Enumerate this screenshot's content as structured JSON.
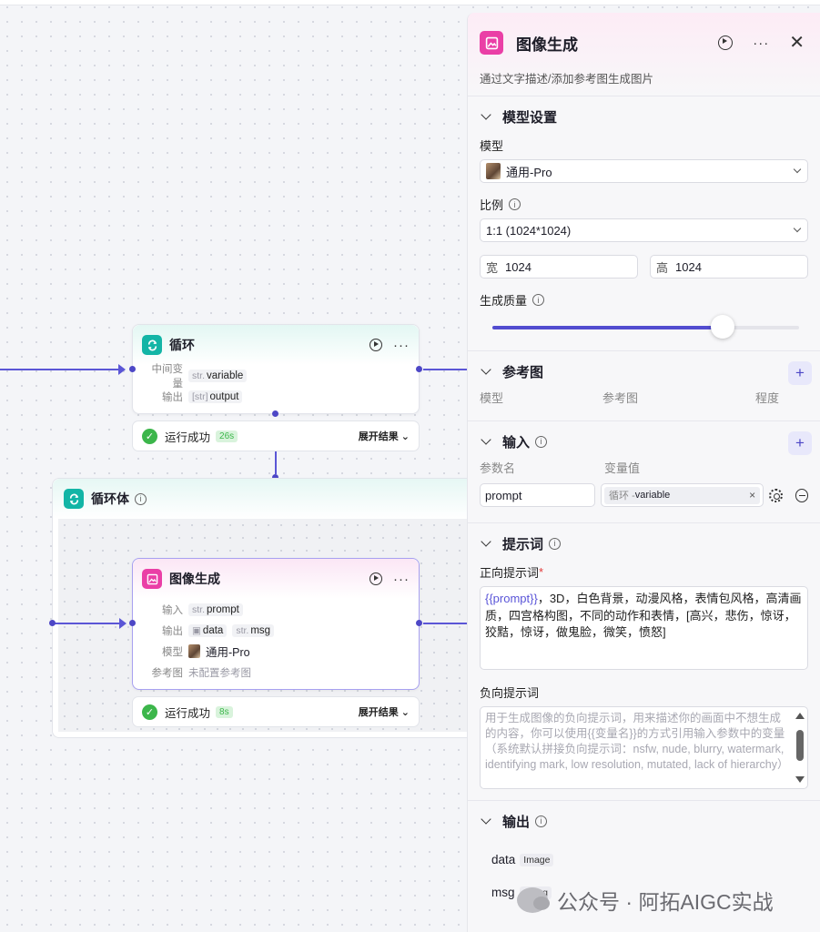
{
  "canvas": {
    "loop_node": {
      "title": "循环",
      "rows": [
        {
          "label": "中间变量",
          "type": "str.",
          "value": "variable"
        },
        {
          "label": "输出",
          "type": "[str]",
          "value": "output"
        }
      ],
      "status": {
        "text": "运行成功",
        "time": "26s",
        "expand": "展开结果"
      }
    },
    "loop_body": {
      "title": "循环体",
      "image_node": {
        "title": "图像生成",
        "input_label": "输入",
        "input_type": "str.",
        "input_value": "prompt",
        "output_label": "输出",
        "output_1": "data",
        "output_2_type": "str.",
        "output_2": "msg",
        "model_label": "模型",
        "model_value": "通用-Pro",
        "ref_label": "参考图",
        "ref_value": "未配置参考图",
        "status": {
          "text": "运行成功",
          "time": "8s",
          "expand": "展开结果"
        }
      }
    }
  },
  "panel": {
    "title": "图像生成",
    "description": "通过文字描述/添加参考图生成图片",
    "close_glyph": "✕",
    "sections": {
      "model_settings": {
        "title": "模型设置",
        "model_label": "模型",
        "model_value": "通用-Pro",
        "ratio_label": "比例",
        "ratio_value": "1:1 (1024*1024)",
        "width_key": "宽",
        "width_value": "1024",
        "height_key": "高",
        "height_value": "1024",
        "quality_label": "生成质量",
        "quality_level": 0.75
      },
      "reference": {
        "title": "参考图",
        "columns": [
          "模型",
          "参考图",
          "程度"
        ]
      },
      "input": {
        "title": "输入",
        "col_name": "参数名",
        "col_value": "变量值",
        "param_name": "prompt",
        "var_source": "循环 - ",
        "var_name": "variable"
      },
      "prompt": {
        "title": "提示词",
        "positive_label": "正向提示词",
        "required_mark": "*",
        "positive_var": "{{prompt}}",
        "positive_text": "，3D，白色背景，动漫风格，表情包风格，高清画质，四宫格构图，不同的动作和表情，[高兴，悲伤，惊讶，狡黠，惊讶，做鬼脸，微笑，愤怒]",
        "negative_label": "负向提示词",
        "negative_placeholder": "用于生成图像的负向提示词，用来描述你的画面中不想生成的内容，你可以使用{{变量名}}的方式引用输入参数中的变量（系统默认拼接负向提示词：nsfw, nude, blurry, watermark, identifying mark, low resolution, mutated, lack of hierarchy）"
      },
      "output": {
        "title": "输出",
        "items": [
          {
            "name": "data",
            "type": "Image"
          },
          {
            "name": "msg",
            "type": "String"
          }
        ]
      }
    }
  },
  "watermark": {
    "text": "公众号 · 阿拓AIGC实战"
  }
}
